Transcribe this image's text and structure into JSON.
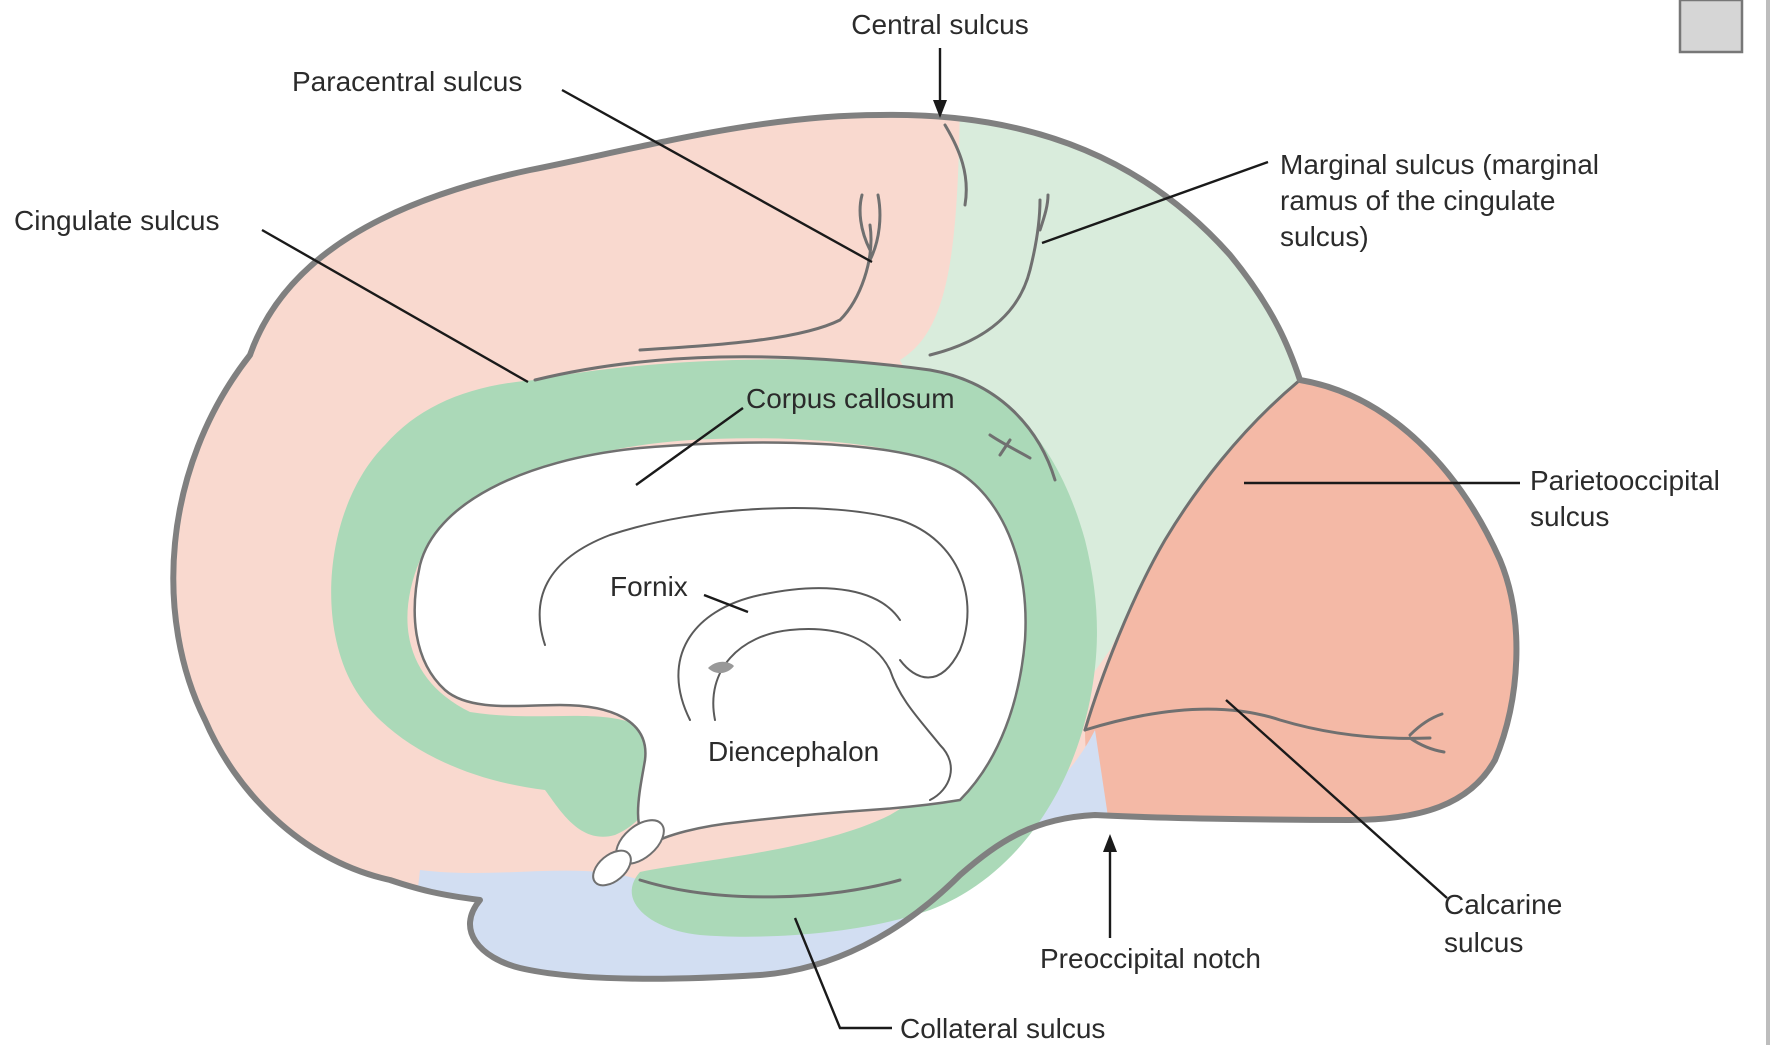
{
  "labels": {
    "central_sulcus": "Central sulcus",
    "paracentral_sulcus": "Paracentral sulcus",
    "cingulate_sulcus": "Cingulate sulcus",
    "marginal_sulcus": [
      "Marginal sulcus (marginal",
      "ramus of the cingulate",
      "sulcus)"
    ],
    "corpus_callosum": "Corpus callosum",
    "parietooccipital_sulcus": [
      "Parietooccipital",
      "sulcus"
    ],
    "fornix": "Fornix",
    "diencephalon": "Diencephalon",
    "calcarine_sulcus": [
      "Calcarine",
      "sulcus"
    ],
    "preoccipital_notch": "Preoccipital notch",
    "collateral_sulcus": "Collateral sulcus"
  },
  "colors": {
    "frontal_pink": "#f9d9cf",
    "occipital_salmon": "#f4b9a6",
    "limbic_green": "#abd9b8",
    "parietal_lightgreen": "#d9ecdc",
    "temporal_blue": "#d2def2",
    "outline_gray": "#808080"
  }
}
